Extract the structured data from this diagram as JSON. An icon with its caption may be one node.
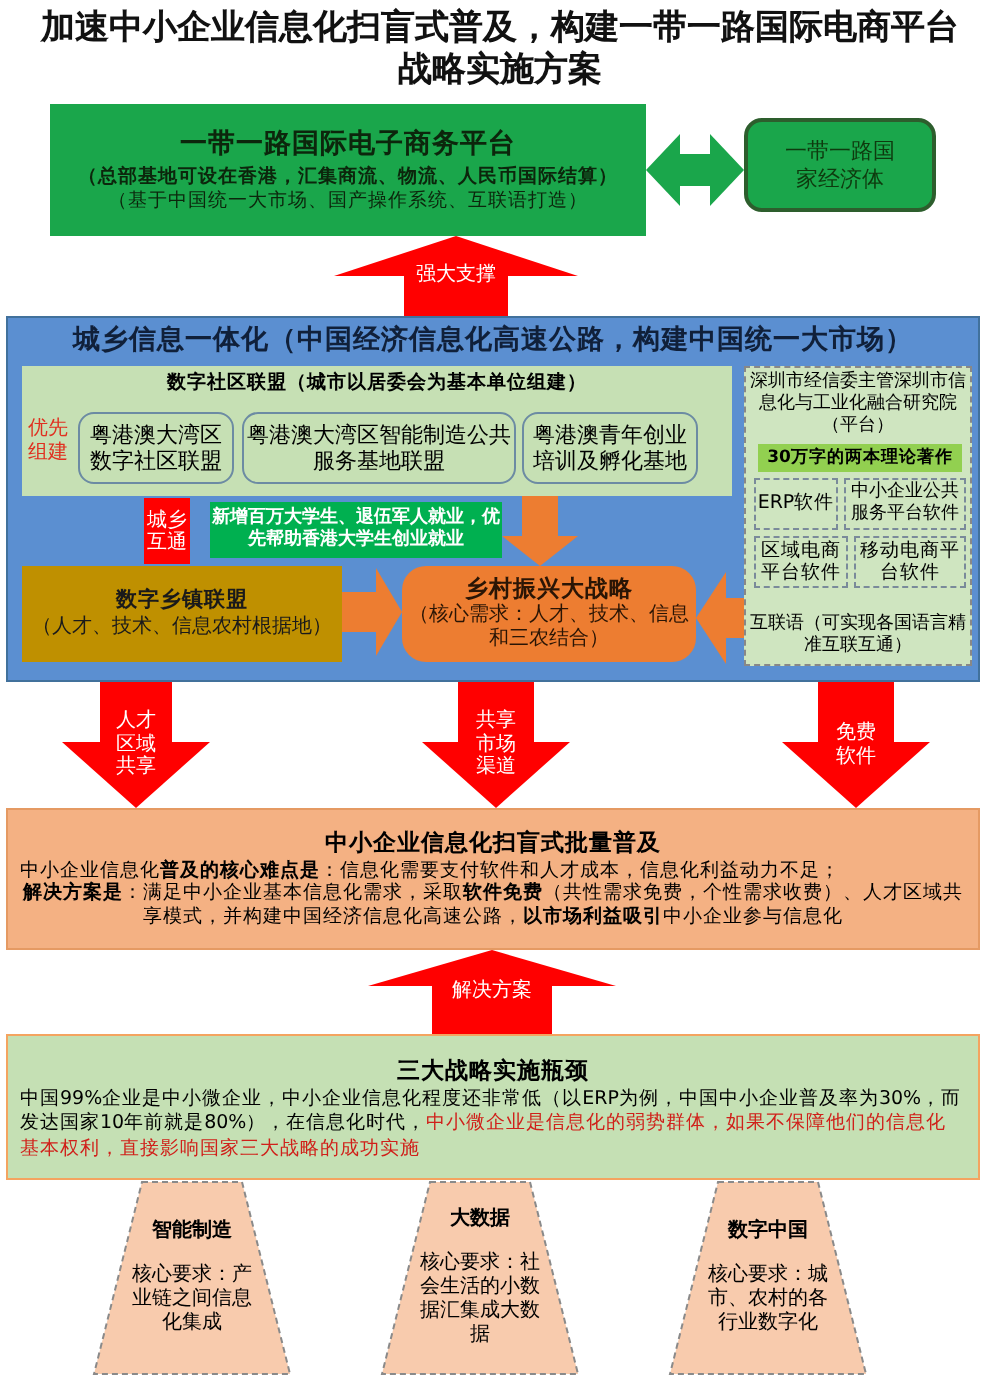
{
  "diagram": {
    "title": "加速中小企业信息化扫盲式普及，构建一带一路国际电商平台战略实施方案",
    "nodes": [
      {
        "text": [
          "一带一路国际电子商务平台",
          "（总部基地可设在香港，汇集商流、物流、人民币国际结算）",
          "（基于中国统一大市场、国产操作系统、互联语打造）"
        ]
      },
      {
        "text": [
          "一带一路国家经济体"
        ]
      },
      {
        "text": [
          "城乡信息一体化（中国经济信息化高速公路，构建中国统一大市场）"
        ]
      },
      {
        "text": [
          "数字社区联盟（城市以居委会为基本单位组建）",
          "优先组建"
        ],
        "in": 2
      },
      {
        "text": [
          "粤港澳大湾区数字社区联盟"
        ],
        "in": 3
      },
      {
        "text": [
          "粤港澳大湾区智能制造公共服务基地联盟"
        ],
        "in": 3
      },
      {
        "text": [
          "粤港澳青年创业培训及孵化基地"
        ],
        "in": 3
      },
      {
        "text": [
          "城乡互通"
        ],
        "in": 2
      },
      {
        "text": [
          "新增百万大学生、退伍军人就业，优先帮助香港大学生创业就业"
        ],
        "in": 2
      },
      {
        "text": [
          "数字乡镇联盟",
          "（人才、技术、信息农村根据地）"
        ],
        "in": 2
      },
      {
        "text": [
          "乡村振兴大战略",
          "（核心需求：人才、技术、信息和三农结合）"
        ],
        "in": 2
      },
      {
        "text": [
          "深圳市经信委主管深圳市信息化与工业化融合研究院（平台）",
          "互联语（可实现各国语言精准互联互通）"
        ],
        "in": 2
      },
      {
        "text": [
          "30万字的两本理论著作"
        ],
        "in": 11
      },
      {
        "text": [
          "ERP软件"
        ],
        "in": 11
      },
      {
        "text": [
          "中小企业公共服务平台软件"
        ],
        "in": 11
      },
      {
        "text": [
          "区域电商平台软件"
        ],
        "in": 11
      },
      {
        "text": [
          "移动电商平台软件"
        ],
        "in": 11
      },
      {
        "text": [
          "中小企业信息化扫盲式批量普及",
          "中小企业信息化**普及的核心难点是**：信息化需要支付软件和人才成本，信息化利益动力不足；",
          "**解决方案是**：满足中小企业基本信息化需求，采取**软件免费**（共性需求免费，个性需求收费）、人才区域共享模式，并构建中国经济信息化高速公路，**以市场利益吸引**中小企业参与信息化"
        ]
      },
      {
        "text": [
          "三大战略实施瓶颈",
          "中国99%企业是中小微企业，中小企业信息化程度还非常低（以ERP为例，中国中小企业普及率为30%，而发达国家10年前就是80%），在信息化时代，",
          "中小微企业是信息化的弱势群体，如果不保障他们的信息化基本权利，直接影响国家三大战略的成功实施"
        ]
      },
      {
        "text": [
          "智能制造",
          "核心要求：产业链之间信息化集成"
        ]
      },
      {
        "text": [
          "大数据",
          "核心要求：社会生活的小数据汇集成大数据"
        ]
      },
      {
        "text": [
          "数字中国",
          "核心要求：城市、农村的各行业数字化"
        ]
      }
    ],
    "edges": [
      {
        "from": 0,
        "to": 1,
        "arrow": "both",
        "color": "#1aa64b"
      },
      {
        "from": 2,
        "to": 0,
        "arrow": "to",
        "label": "强大支撑"
      },
      {
        "from": 9,
        "to": 10,
        "arrow": "to",
        "color": "#ed7d31"
      },
      {
        "from": 3,
        "to": 10,
        "arrow": "to",
        "color": "#ed7d31"
      },
      {
        "from": 11,
        "to": 10,
        "arrow": "to",
        "color": "#ed7d31"
      },
      {
        "from": 2,
        "to": 17,
        "arrow": "to",
        "label": "人才区域共享"
      },
      {
        "from": 2,
        "to": 17,
        "arrow": "to",
        "label": "共享市场渠道"
      },
      {
        "from": 2,
        "to": 17,
        "arrow": "to",
        "label": "免费软件"
      },
      {
        "from": 18,
        "to": 17,
        "arrow": "to",
        "label": "解决方案"
      }
    ]
  }
}
